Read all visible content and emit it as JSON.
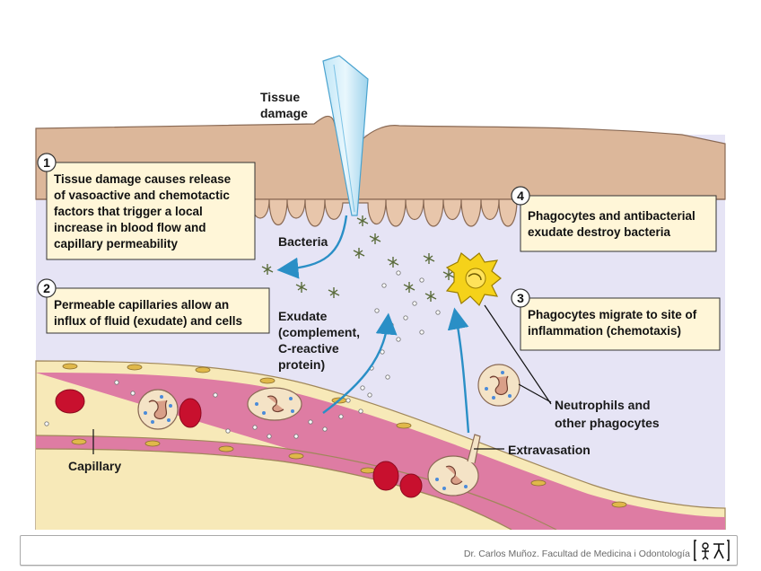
{
  "labels": {
    "tissue_damage_1": "Tissue",
    "tissue_damage_2": "damage",
    "bacteria": "Bacteria",
    "exudate_1": "Exudate",
    "exudate_2": "(complement,",
    "exudate_3": "C-reactive",
    "exudate_4": "protein)",
    "neutrophils_1": "Neutrophils and",
    "neutrophils_2": "other phagocytes",
    "extravasation": "Extravasation",
    "capillary": "Capillary"
  },
  "steps": [
    {
      "number": "1",
      "lines": [
        "Tissue damage causes release",
        "of vasoactive and chemotactic",
        "factors that trigger a local",
        "increase in blood flow and",
        "capillary permeability"
      ]
    },
    {
      "number": "2",
      "lines": [
        "Permeable capillaries allow an",
        "influx of fluid (exudate) and cells"
      ]
    },
    {
      "number": "3",
      "lines": [
        "Phagocytes migrate to site of",
        "inflammation (chemotaxis)"
      ]
    },
    {
      "number": "4",
      "lines": [
        "Phagocytes and antibacterial",
        "exudate destroy bacteria"
      ]
    }
  ],
  "footer": {
    "text": "Dr. Carlos Muñoz. Facultad de Medicina i Odontología",
    "logo_icon": "university-logo-icon"
  },
  "colors": {
    "tissue": "#dcb79a",
    "interstitium": "#e6e4f5",
    "capillary_lumen": "#de7ca3",
    "capillary_wall": "#f7e9b8",
    "rbc": "#c8102e",
    "box_bg": "#fff6d8",
    "arrow": "#2a8fc6"
  }
}
